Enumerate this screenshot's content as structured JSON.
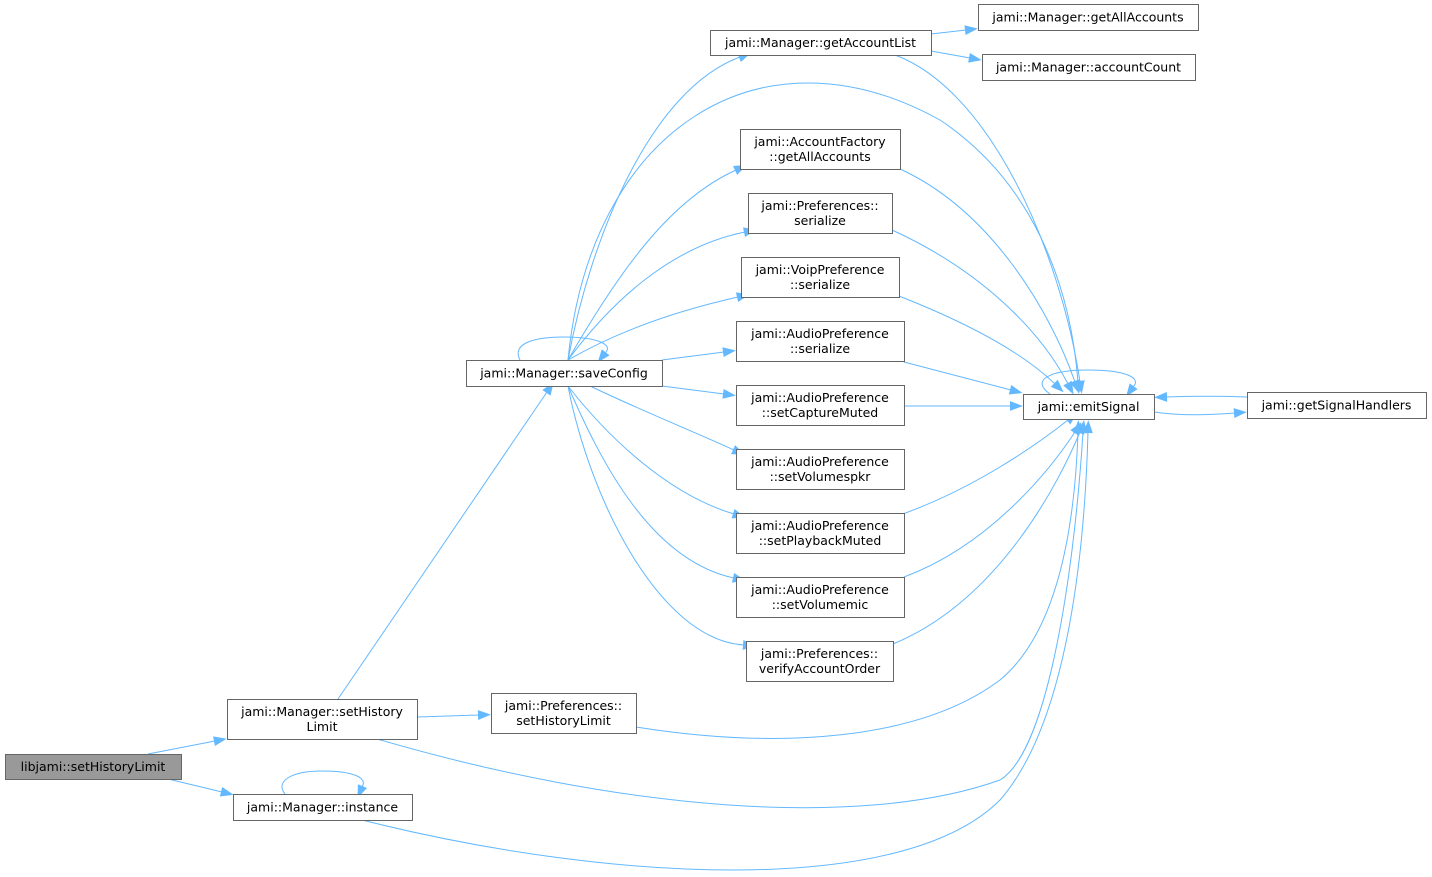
{
  "nodes": {
    "root": {
      "lines": [
        "libjami::setHistoryLimit"
      ]
    },
    "setHistoryLimitMgr": {
      "lines": [
        "jami::Manager::setHistory",
        "Limit"
      ]
    },
    "instance": {
      "lines": [
        "jami::Manager::instance"
      ]
    },
    "saveConfig": {
      "lines": [
        "jami::Manager::saveConfig"
      ]
    },
    "prefSetHistoryLimit": {
      "lines": [
        "jami::Preferences::",
        "setHistoryLimit"
      ]
    },
    "getAccountList": {
      "lines": [
        "jami::Manager::getAccountList"
      ]
    },
    "mgrGetAllAccounts": {
      "lines": [
        "jami::Manager::getAllAccounts"
      ]
    },
    "accountCount": {
      "lines": [
        "jami::Manager::accountCount"
      ]
    },
    "afGetAllAccounts": {
      "lines": [
        "jami::AccountFactory",
        "::getAllAccounts"
      ]
    },
    "prefSerialize": {
      "lines": [
        "jami::Preferences::",
        "serialize"
      ]
    },
    "voipSerialize": {
      "lines": [
        "jami::VoipPreference",
        "::serialize"
      ]
    },
    "audioSerialize": {
      "lines": [
        "jami::AudioPreference",
        "::serialize"
      ]
    },
    "setCaptureMuted": {
      "lines": [
        "jami::AudioPreference",
        "::setCaptureMuted"
      ]
    },
    "setVolumespkr": {
      "lines": [
        "jami::AudioPreference",
        "::setVolumespkr"
      ]
    },
    "setPlaybackMuted": {
      "lines": [
        "jami::AudioPreference",
        "::setPlaybackMuted"
      ]
    },
    "setVolumemic": {
      "lines": [
        "jami::AudioPreference",
        "::setVolumemic"
      ]
    },
    "verifyAccountOrder": {
      "lines": [
        "jami::Preferences::",
        "verifyAccountOrder"
      ]
    },
    "emitSignal": {
      "lines": [
        "jami::emitSignal"
      ]
    },
    "getSignalHandlers": {
      "lines": [
        "jami::getSignalHandlers"
      ]
    }
  },
  "edges": [
    [
      "root",
      "setHistoryLimitMgr"
    ],
    [
      "root",
      "instance"
    ],
    [
      "setHistoryLimitMgr",
      "saveConfig"
    ],
    [
      "setHistoryLimitMgr",
      "prefSetHistoryLimit"
    ],
    [
      "setHistoryLimitMgr",
      "emitSignal"
    ],
    [
      "instance",
      "instance"
    ],
    [
      "instance",
      "emitSignal"
    ],
    [
      "saveConfig",
      "saveConfig"
    ],
    [
      "saveConfig",
      "getAccountList"
    ],
    [
      "saveConfig",
      "emitSignal"
    ],
    [
      "saveConfig",
      "afGetAllAccounts"
    ],
    [
      "saveConfig",
      "prefSerialize"
    ],
    [
      "saveConfig",
      "voipSerialize"
    ],
    [
      "saveConfig",
      "audioSerialize"
    ],
    [
      "saveConfig",
      "setCaptureMuted"
    ],
    [
      "saveConfig",
      "setVolumespkr"
    ],
    [
      "saveConfig",
      "setPlaybackMuted"
    ],
    [
      "saveConfig",
      "setVolumemic"
    ],
    [
      "saveConfig",
      "verifyAccountOrder"
    ],
    [
      "getAccountList",
      "mgrGetAllAccounts"
    ],
    [
      "getAccountList",
      "accountCount"
    ],
    [
      "getAccountList",
      "emitSignal"
    ],
    [
      "afGetAllAccounts",
      "emitSignal"
    ],
    [
      "prefSerialize",
      "emitSignal"
    ],
    [
      "voipSerialize",
      "emitSignal"
    ],
    [
      "audioSerialize",
      "emitSignal"
    ],
    [
      "setCaptureMuted",
      "emitSignal"
    ],
    [
      "setPlaybackMuted",
      "emitSignal"
    ],
    [
      "setVolumemic",
      "emitSignal"
    ],
    [
      "verifyAccountOrder",
      "emitSignal"
    ],
    [
      "prefSetHistoryLimit",
      "emitSignal"
    ],
    [
      "emitSignal",
      "emitSignal"
    ],
    [
      "emitSignal",
      "getSignalHandlers"
    ],
    [
      "getSignalHandlers",
      "emitSignal"
    ]
  ],
  "colors": {
    "edge": "#63b8ff",
    "node_border": "#666666",
    "root_fill": "#999999"
  }
}
